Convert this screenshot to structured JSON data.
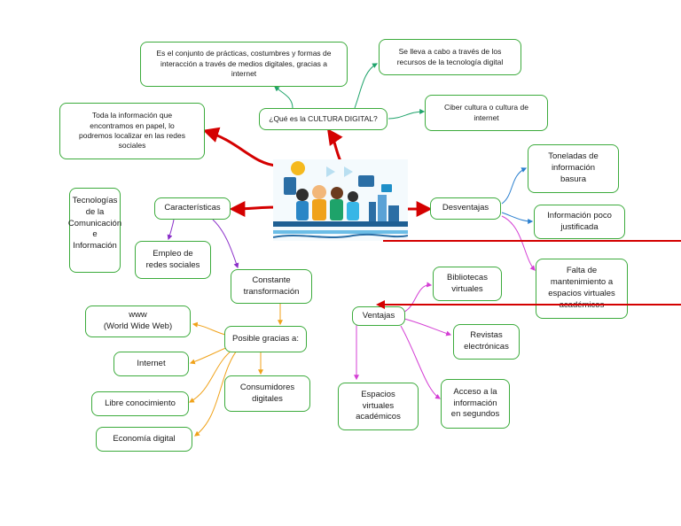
{
  "colors": {
    "node_border": "#3cab3c",
    "red": "#d40000",
    "green": "#1ea36a",
    "blue": "#2a7fcf",
    "purple": "#8b2fc9",
    "orange": "#f0a21a",
    "magenta": "#d43fd4"
  },
  "nodes": {
    "definicion": "Es el conjunto de prácticas, costumbres y formas de\ninteracción a través de medios digitales, gracias a\ninternet",
    "recursos": "Se lleva a cabo a través de los\nrecursos de la tecnología digital",
    "que_es": "¿Qué es la CULTURA DIGITAL?",
    "ciber": "Ciber cultura o cultura de\ninternet",
    "info_papel": "Toda la información que\nencontramos en papel, lo\npodremos localizar en las redes\nsociales",
    "tic": "Tecnologías de la\nComunicación e\nInformación",
    "caracteristicas": "Características",
    "empleo": "Empleo de\nredes sociales",
    "constante": "Constante\ntransformación",
    "www": "www\n(World Wide Web)",
    "posible": "Posible gracias a:",
    "internet": "Internet",
    "consumidores": "Consumidores\ndigitales",
    "libre": "Libre conocimiento",
    "economia": "Economía digital",
    "toneladas": "Toneladas de\ninformación\nbasura",
    "desventajas": "Desventajas",
    "info_poco": "Información poco\njustificada",
    "falta": "Falta de\nmantenimiento a\nespacios virtuales\nacadémicos",
    "bibliotecas": "Bibliotecas\nvirtuales",
    "ventajas": "Ventajas",
    "revistas": "Revistas\nelectrónicas",
    "espacios": "Espacios\nvirtuales\nacadémicos",
    "acceso": "Acceso a la\ninformación\nen segundos"
  },
  "image": {
    "icon": "digital-culture-illustration"
  }
}
